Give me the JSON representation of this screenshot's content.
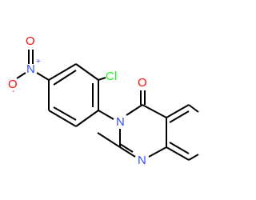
{
  "molecule": {
    "atoms": {
      "oxygen_nitro_top": {
        "text": "O",
        "color": "#ff0d0d"
      },
      "oxygen_nitro_left": {
        "text": "O",
        "color": "#ff0d0d"
      },
      "oxygen_minus_charge": {
        "text": "-",
        "color": "#ff0d0d"
      },
      "nitrogen_nitro": {
        "text": "N",
        "color": "#3050f8"
      },
      "nitrogen_plus_charge": {
        "text": "+",
        "color": "#3050f8"
      },
      "chlorine": {
        "text": "Cl",
        "color": "#1ff01f"
      },
      "oxygen_carbonyl": {
        "text": "O",
        "color": "#ff0d0d"
      },
      "nitrogen_3": {
        "text": "N",
        "color": "#3050f8"
      },
      "nitrogen_1": {
        "text": "N",
        "color": "#3050f8"
      }
    },
    "bond_color": "#000000"
  }
}
